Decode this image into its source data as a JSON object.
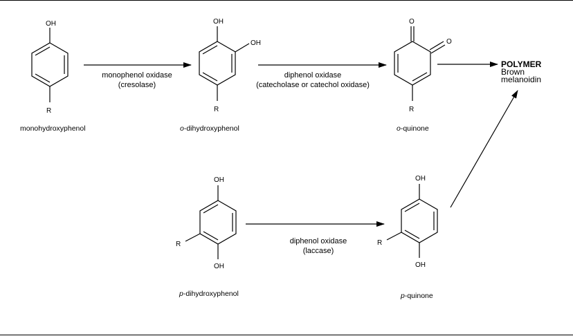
{
  "compounds": {
    "monohydroxyphenol": {
      "name": "monohydroxyphenol",
      "oh": "OH",
      "r": "R"
    },
    "o_dihydroxyphenol": {
      "prefix": "o",
      "name": "-dihydroxyphenol",
      "oh1": "OH",
      "oh2": "OH",
      "r": "R"
    },
    "o_quinone": {
      "prefix": "o",
      "name": "-quinone",
      "o1": "O",
      "o2": "O",
      "r": "R"
    },
    "p_dihydroxyphenol": {
      "prefix": "p",
      "name": "-dihydroxyphenol",
      "oh_top": "OH",
      "oh_bottom": "OH",
      "r": "R"
    },
    "p_quinone": {
      "prefix": "p",
      "name": "-quinone",
      "oh_top": "OH",
      "oh_bottom": "OH",
      "r": "R"
    }
  },
  "enzymes": {
    "step1": {
      "line1": "monophenol oxidase",
      "line2": "(cresolase)"
    },
    "step2": {
      "line1": "diphenol  oxidase",
      "line2": "(catecholase or catechol oxidase)"
    },
    "step3": {
      "line1": "diphenol  oxidase",
      "line2": "(laccase)"
    }
  },
  "product": {
    "line1": "POLYMER",
    "line2": "Brown",
    "line3": "melanoidin"
  }
}
